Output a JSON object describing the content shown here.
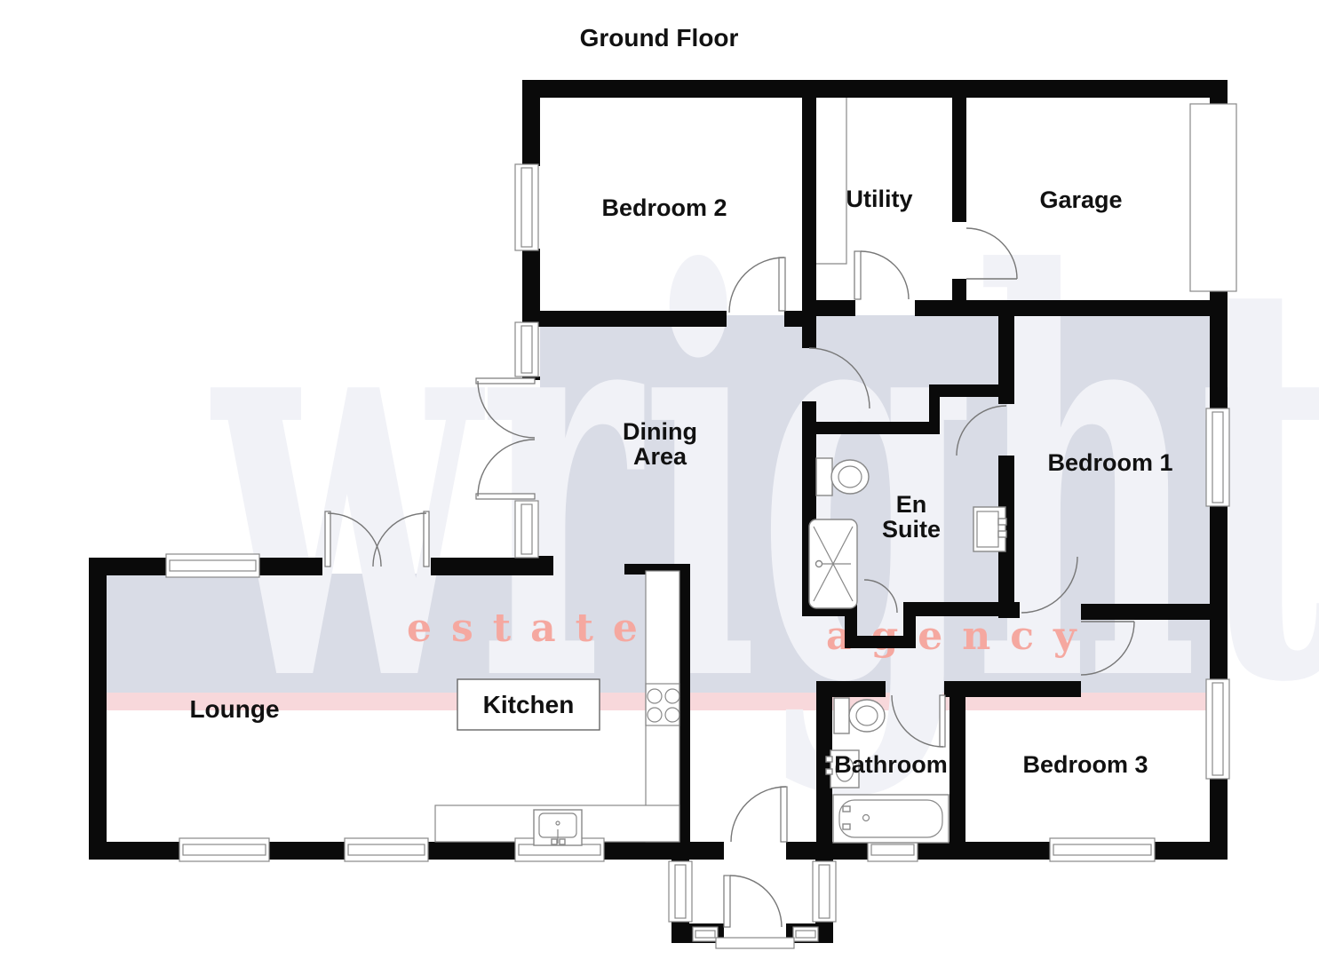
{
  "title": "Ground Floor",
  "rooms": {
    "bedroom2": "Bedroom 2",
    "utility": "Utility",
    "garage": "Garage",
    "dining_line1": "Dining",
    "dining_line2": "Area",
    "bedroom1": "Bedroom 1",
    "ensuite_line1": "En",
    "ensuite_line2": "Suite",
    "lounge": "Lounge",
    "kitchen": "Kitchen",
    "bathroom": "Bathroom",
    "bedroom3": "Bedroom 3"
  },
  "watermark": {
    "brand": "wright",
    "sub_left": "estate",
    "sub_right": "agency",
    "band_color": "#d9dce6",
    "stripe_color": "#f8d8db",
    "brand_color": "#f1f2f7",
    "sub_color": "#f5a8a0"
  },
  "plan": {
    "wall_color": "#0a0a0a",
    "door_arc_color": "#777777",
    "fixture_line_color": "#888888"
  }
}
